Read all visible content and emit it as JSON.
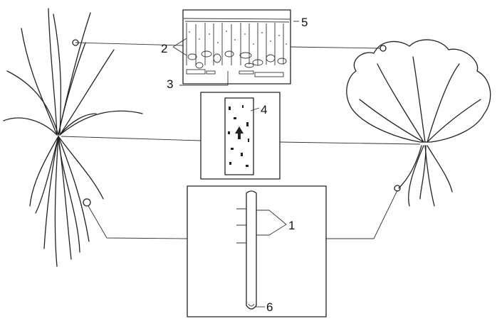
{
  "labels": {
    "l1": "1",
    "l2": "2",
    "l3": "3",
    "l4": "4",
    "l5": "5",
    "l6": "6"
  },
  "colors": {
    "ink": "#222222",
    "background": "#ffffff"
  }
}
